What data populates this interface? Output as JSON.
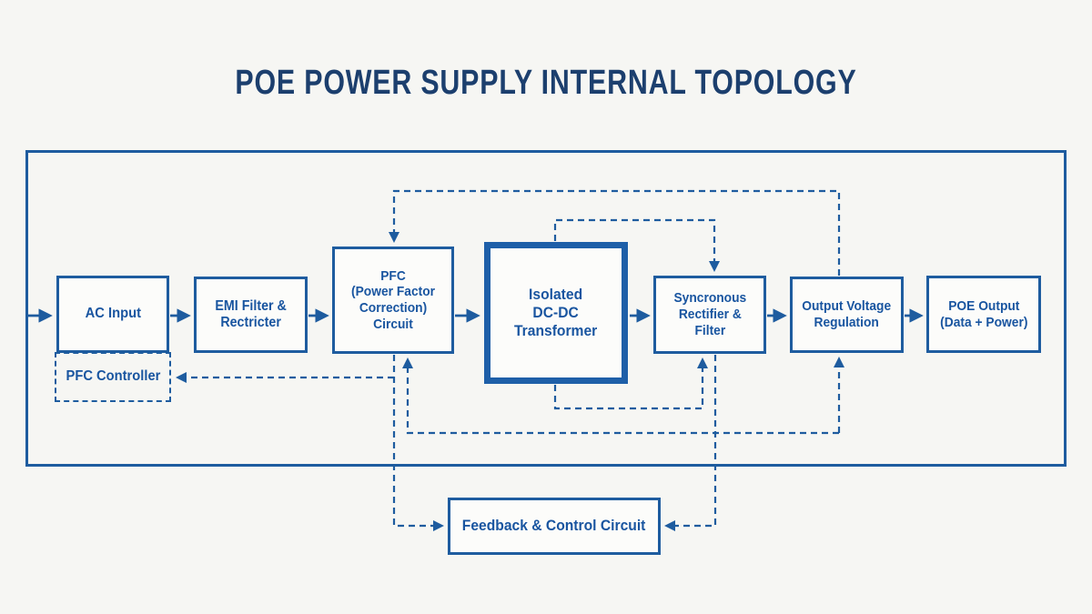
{
  "title": "POE POWER SUPPLY INTERNAL TOPOLOGY",
  "colors": {
    "line_blue": "#1e5c9f",
    "border_blue": "#1e5fa8",
    "text_blue": "#1955a0",
    "title_navy": "#1c3f6e",
    "background": "#f6f6f3"
  },
  "blocks": {
    "ac_input": {
      "label": "AC Input"
    },
    "emi_filter": {
      "label": "EMI Filter &\nRectricter"
    },
    "pfc_controller": {
      "label": "PFC Controller"
    },
    "pfc_circuit": {
      "label": "PFC\n(Power Factor\nCorrection)\nCircuit"
    },
    "transformer": {
      "label": "Isolated\nDC-DC\nTransformer"
    },
    "sync_rectifier": {
      "label": "Syncronous\nRectifier &\nFilter"
    },
    "output_regulation": {
      "label": "Output Voltage\nRegulation"
    },
    "poe_output": {
      "label": "POE Output\n(Data + Power)"
    },
    "feedback": {
      "label": "Feedback & Control Circuit"
    }
  }
}
